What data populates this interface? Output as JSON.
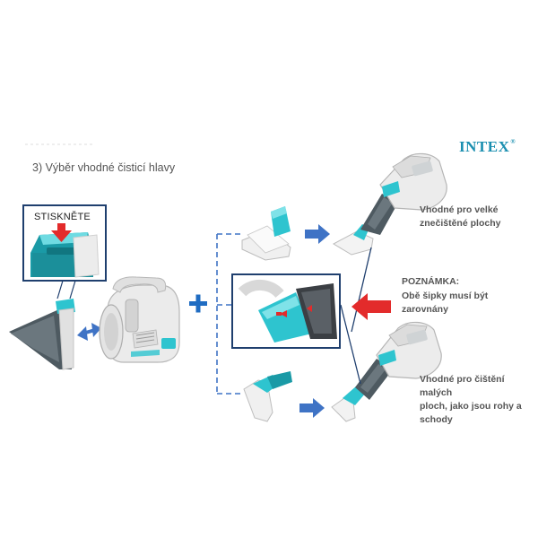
{
  "heading": "3) Výběr vhodné čisticí hlavy",
  "logo": {
    "text": "INTEX",
    "mark": "®",
    "color": "#1b8fb0"
  },
  "press_label": "STISKNĚTE",
  "large_head": {
    "caption": [
      "Vhodné pro velké",
      "znečištěné plochy"
    ]
  },
  "note": {
    "title": "POZNÁMKA:",
    "text": [
      "Obě šipky musí být",
      "zarovnány"
    ]
  },
  "small_head": {
    "caption": [
      "Vhodné pro čištění malých",
      "ploch, jako jsou rohy a",
      "schody"
    ]
  },
  "colors": {
    "teal": "#2ec4cf",
    "teal_dark": "#1a9aa6",
    "navy": "#1f3f6e",
    "arrow_blue": "#3f73c5",
    "arrow_red": "#e32b2b",
    "body_gray": "#e8e8e8",
    "charcoal": "#4e5a61"
  },
  "icons": [
    "plus-icon",
    "double-arrow-icon",
    "press-arrow-icon",
    "right-arrow-icon",
    "left-arrow-icon"
  ]
}
